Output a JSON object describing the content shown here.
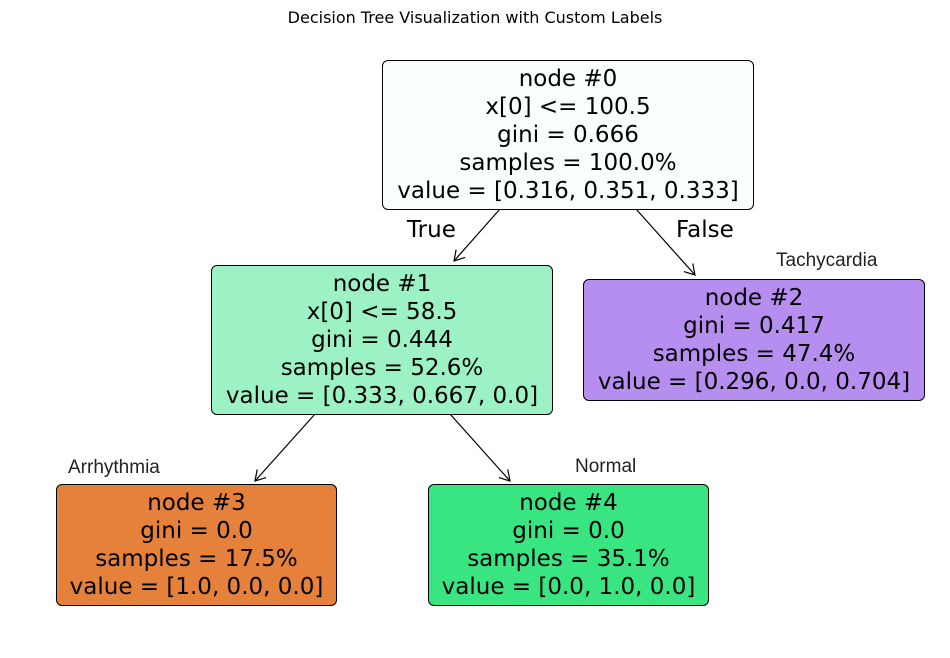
{
  "title": "Decision Tree Visualization with Custom Labels",
  "nodes": [
    {
      "id": "node #0",
      "split": "x[0] <= 100.5",
      "gini": "gini = 0.666",
      "samples": "samples = 100.0%",
      "value": "value = [0.316, 0.351, 0.333]",
      "color": "#fbfffd"
    },
    {
      "id": "node #1",
      "split": "x[0] <= 58.5",
      "gini": "gini = 0.444",
      "samples": "samples = 52.6%",
      "value": "value = [0.333, 0.667, 0.0]",
      "color": "#9cf2c4"
    },
    {
      "id": "node #2",
      "split": "",
      "gini": "gini = 0.417",
      "samples": "samples = 47.4%",
      "value": "value = [0.296, 0.0, 0.704]",
      "color": "#b68ef0"
    },
    {
      "id": "node #3",
      "split": "",
      "gini": "gini = 0.0",
      "samples": "samples = 17.5%",
      "value": "value = [1.0, 0.0, 0.0]",
      "color": "#e5813a"
    },
    {
      "id": "node #4",
      "split": "",
      "gini": "gini = 0.0",
      "samples": "samples = 35.1%",
      "value": "value = [0.0, 1.0, 0.0]",
      "color": "#39e581"
    }
  ],
  "edges": [
    {
      "from": "node #0",
      "to": "node #1"
    },
    {
      "from": "node #0",
      "to": "node #2"
    },
    {
      "from": "node #1",
      "to": "node #3"
    },
    {
      "from": "node #1",
      "to": "node #4"
    }
  ],
  "branch_labels": {
    "true": "True",
    "false": "False"
  },
  "class_labels": {
    "node_2": "Tachycardia",
    "node_3": "Arrhythmia",
    "node_4": "Normal"
  }
}
